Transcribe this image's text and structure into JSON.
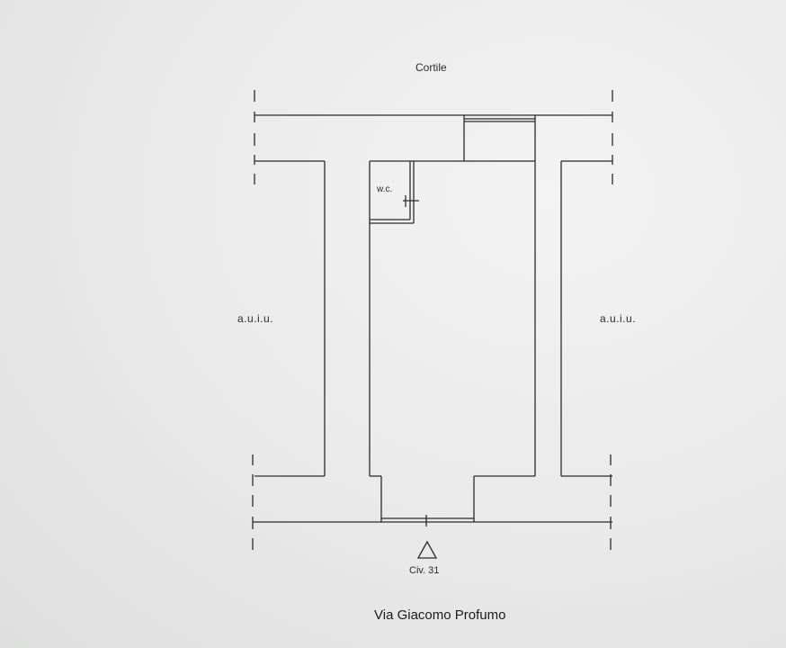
{
  "labels": {
    "courtyard": "Cortile",
    "left_unit": "a.u.i.u.",
    "right_unit": "a.u.i.u.",
    "wc": "w.c.",
    "civic_number": "Civ. 31",
    "street": "Via Giacomo Profumo"
  },
  "colors": {
    "line": "#2b2b2b",
    "paper": "#ebebeb"
  },
  "icons": {
    "entrance": "entrance-triangle-icon"
  }
}
